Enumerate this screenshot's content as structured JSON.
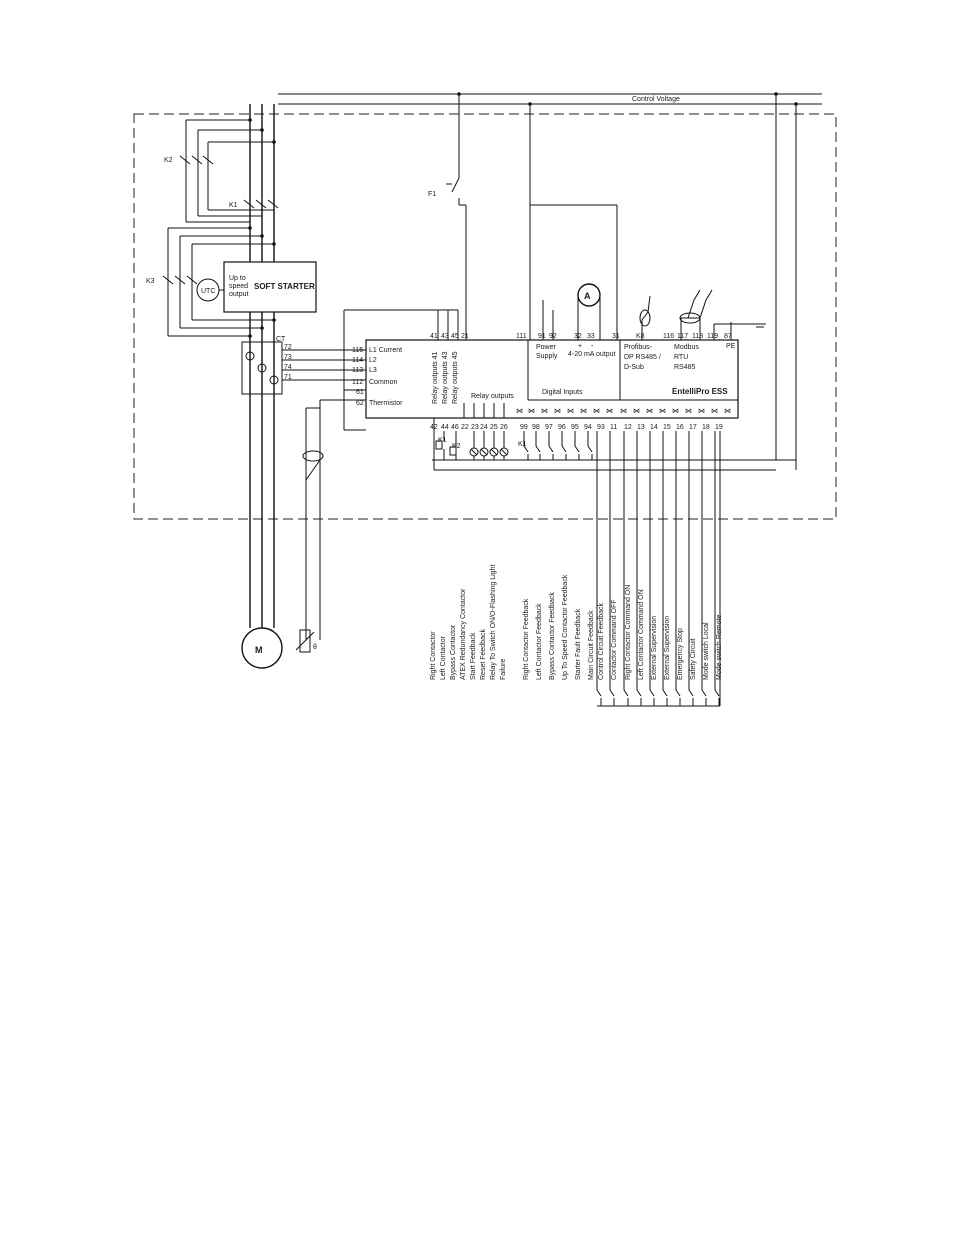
{
  "title_bar": {
    "control_voltage": "Control Voltage"
  },
  "contactors": {
    "k1": "K1",
    "k2": "K2",
    "k3": "K3",
    "f1": "F1",
    "ct": "CT"
  },
  "soft_starter": {
    "title": "SOFT STARTER",
    "utc": "UTC",
    "up_to_speed": [
      "Up to",
      "speed",
      "output"
    ]
  },
  "motor": {
    "label": "M",
    "sensor_symbol": "θ"
  },
  "ct_terminals": [
    "72",
    "73",
    "74",
    "71"
  ],
  "ess": {
    "name": "EntelliPro ESS",
    "left_inputs": [
      {
        "num": "115",
        "label": "L1 Current"
      },
      {
        "num": "114",
        "label": "L2"
      },
      {
        "num": "113",
        "label": "L3"
      },
      {
        "num": "112",
        "label": "Common"
      },
      {
        "num": "61",
        "label": ""
      },
      {
        "num": "62",
        "label": "Thermistor"
      }
    ],
    "top_terminals": [
      "41",
      "43",
      "45",
      "21",
      "111",
      "91",
      "92",
      "32",
      "33",
      "31",
      "K8",
      "116",
      "117",
      "118",
      "119",
      "87"
    ],
    "bottom_terminals": [
      "42",
      "44",
      "46",
      "22",
      "23",
      "24",
      "25",
      "26",
      "99",
      "98",
      "97",
      "96",
      "95",
      "94",
      "93",
      "11",
      "12",
      "13",
      "14",
      "15",
      "16",
      "17",
      "18",
      "19"
    ],
    "relay_outputs_vertical": [
      "Relay outputs 41",
      "Relay outputs 43",
      "Relay outputs 45"
    ],
    "power_supply": [
      "Power",
      "Supply"
    ],
    "analog_output": {
      "plus": "+",
      "minus": "-",
      "label": "4-20 mA output",
      "meter": "A"
    },
    "profibus": [
      "Profibus-",
      "DP RS485 /",
      "D-Sub"
    ],
    "modbus": [
      "Modbus",
      "RTU",
      "RS485"
    ],
    "pe": "PE",
    "relay_outputs_label": "Relay outputs",
    "digital_inputs_label": "Digital Inputs",
    "relay_coils": [
      "K1",
      "K2"
    ]
  },
  "bottom_labels": {
    "relay_group": [
      "Right Contactor",
      "Left Contactor",
      "Bypass Contactor",
      "ATEX Redundancy Contactor",
      "Start Feedback",
      "Reset Feedback",
      "Relay To Switch ON/O-Flashing Light",
      "Failure"
    ],
    "input_group": [
      "Right Contactor Feedback",
      "Left Contactor Feedback",
      "Bypass Contactor Feedback",
      "Up To Speed Contactor Feedback",
      "Starter Fault Feedback",
      "Main Circuit Feedback",
      "Control Circuit Feedback",
      "Contactor Command OFF",
      "Right Contactor Command ON",
      "Left Contactor Command ON",
      "External Supervision",
      "External Supervision",
      "Emergency Stop",
      "Safety Circuit",
      "Mode switch Local",
      "Mode switch Remote"
    ]
  }
}
